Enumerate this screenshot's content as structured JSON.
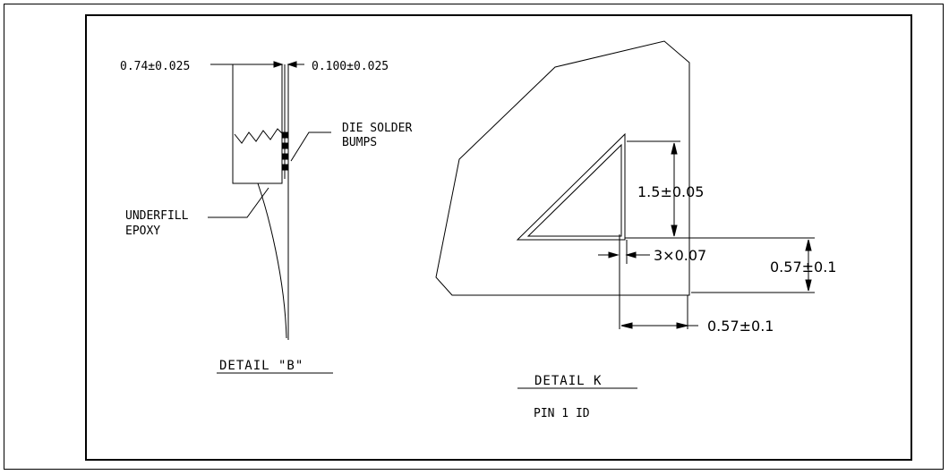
{
  "detail_b": {
    "dim_left": "0.74±0.025",
    "dim_right": "0.100±0.025",
    "label_die_line1": "DIE SOLDER",
    "label_die_line2": "BUMPS",
    "label_underfill_line1": "UNDERFILL",
    "label_underfill_line2": "EPOXY",
    "title": "DETAIL \"B\""
  },
  "detail_k": {
    "dim_vertical": "1.5±0.05",
    "dim_thickness": "3×0.07",
    "dim_right": "0.57±0.1",
    "dim_bottom": "0.57±0.1",
    "title": "DETAIL K",
    "subtitle": "PIN 1 ID"
  }
}
